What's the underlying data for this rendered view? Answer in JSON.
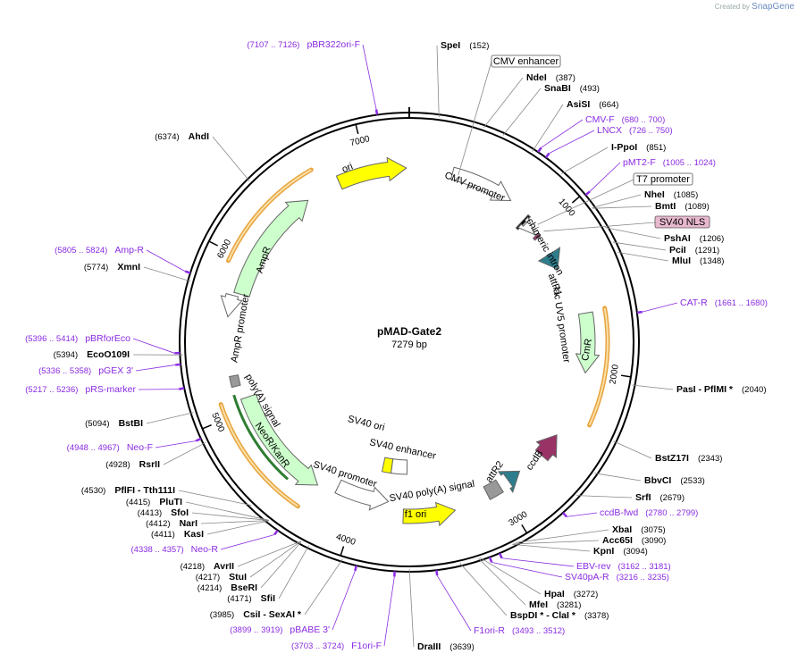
{
  "credit": {
    "prefix": "Created by",
    "brand": "SnapGene"
  },
  "plasmid": {
    "name": "pMAD-Gate2",
    "length_label": "7279 bp",
    "length": 7279
  },
  "ticks": [
    {
      "label": "1000",
      "pos": 1000
    },
    {
      "label": "2000",
      "pos": 2000
    },
    {
      "label": "3000",
      "pos": 3000
    },
    {
      "label": "4000",
      "pos": 4000
    },
    {
      "label": "5000",
      "pos": 5000
    },
    {
      "label": "6000",
      "pos": 6000
    },
    {
      "label": "7000",
      "pos": 7000
    }
  ],
  "sites": [
    {
      "name": "SpeI",
      "pos_label": "(152)",
      "pos": 152
    },
    {
      "name": "NdeI",
      "pos_label": "(387)",
      "pos": 387
    },
    {
      "name": "SnaBI",
      "pos_label": "(493)",
      "pos": 493
    },
    {
      "name": "AsiSI",
      "pos_label": "(664)",
      "pos": 664
    },
    {
      "name": "I-PpoI",
      "pos_label": "(851)",
      "pos": 851
    },
    {
      "name": "NheI",
      "pos_label": "(1085)",
      "pos": 1085
    },
    {
      "name": "BmtI",
      "pos_label": "(1089)",
      "pos": 1089
    },
    {
      "name": "PshAI",
      "pos_label": "(1206)",
      "pos": 1206
    },
    {
      "name": "PciI",
      "pos_label": "(1291)",
      "pos": 1291
    },
    {
      "name": "MluI",
      "pos_label": "(1348)",
      "pos": 1348
    },
    {
      "name": "PasI - PflMI *",
      "pos_label": "(2040)",
      "pos": 2040
    },
    {
      "name": "BstZ17I",
      "pos_label": "(2343)",
      "pos": 2343
    },
    {
      "name": "BbvCI",
      "pos_label": "(2533)",
      "pos": 2533
    },
    {
      "name": "SrfI",
      "pos_label": "(2679)",
      "pos": 2679
    },
    {
      "name": "XbaI",
      "pos_label": "(3075)",
      "pos": 3075
    },
    {
      "name": "Acc65I",
      "pos_label": "(3090)",
      "pos": 3090
    },
    {
      "name": "KpnI",
      "pos_label": "(3094)",
      "pos": 3094
    },
    {
      "name": "HpaI",
      "pos_label": "(3272)",
      "pos": 3272
    },
    {
      "name": "MfeI",
      "pos_label": "(3281)",
      "pos": 3281
    },
    {
      "name": "BspDI * - ClaI *",
      "pos_label": "(3378)",
      "pos": 3378
    },
    {
      "name": "DraIII",
      "pos_label": "(3639)",
      "pos": 3639
    },
    {
      "name": "CsiI - SexAI *",
      "pos_label": "(3985)",
      "pos": 3985
    },
    {
      "name": "SfiI",
      "pos_label": "(4171)",
      "pos": 4171
    },
    {
      "name": "BseRI",
      "pos_label": "(4214)",
      "pos": 4214
    },
    {
      "name": "StuI",
      "pos_label": "(4217)",
      "pos": 4217
    },
    {
      "name": "AvrII",
      "pos_label": "(4218)",
      "pos": 4218
    },
    {
      "name": "KasI",
      "pos_label": "(4411)",
      "pos": 4411
    },
    {
      "name": "NarI",
      "pos_label": "(4412)",
      "pos": 4412
    },
    {
      "name": "SfoI",
      "pos_label": "(4413)",
      "pos": 4413
    },
    {
      "name": "PluTI",
      "pos_label": "(4415)",
      "pos": 4415
    },
    {
      "name": "PflFI - Tth111I",
      "pos_label": "(4530)",
      "pos": 4530
    },
    {
      "name": "RsrII",
      "pos_label": "(4928)",
      "pos": 4928
    },
    {
      "name": "BstBI",
      "pos_label": "(5094)",
      "pos": 5094
    },
    {
      "name": "EcoO109I",
      "pos_label": "(5394)",
      "pos": 5394
    },
    {
      "name": "XmnI",
      "pos_label": "(5774)",
      "pos": 5774
    },
    {
      "name": "AhdI",
      "pos_label": "(6374)",
      "pos": 6374
    }
  ],
  "primers": [
    {
      "name": "CMV-F",
      "range": "(680 .. 700)",
      "pos": 690
    },
    {
      "name": "LNCX",
      "range": "(726 .. 750)",
      "pos": 738
    },
    {
      "name": "pMT2-F",
      "range": "(1005 .. 1024)",
      "pos": 1014
    },
    {
      "name": "CAT-R",
      "range": "(1661 .. 1680)",
      "pos": 1670
    },
    {
      "name": "ccdB-fwd",
      "range": "(2780 .. 2799)",
      "pos": 2790
    },
    {
      "name": "EBV-rev",
      "range": "(3162 .. 3181)",
      "pos": 3171
    },
    {
      "name": "SV40pA-R",
      "range": "(3216 .. 3235)",
      "pos": 3225
    },
    {
      "name": "F1ori-R",
      "range": "(3493 .. 3512)",
      "pos": 3502
    },
    {
      "name": "F1ori-F",
      "range": "(3703 .. 3724)",
      "pos": 3713
    },
    {
      "name": "pBABE 3'",
      "range": "(3899 .. 3919)",
      "pos": 3909
    },
    {
      "name": "Neo-R",
      "range": "(4338 .. 4357)",
      "pos": 4347
    },
    {
      "name": "Neo-F",
      "range": "(4948 .. 4967)",
      "pos": 4957
    },
    {
      "name": "pRS-marker",
      "range": "(5217 .. 5236)",
      "pos": 5226
    },
    {
      "name": "pGEX 3'",
      "range": "(5336 .. 5358)",
      "pos": 5347
    },
    {
      "name": "pBRforEco",
      "range": "(5396 .. 5414)",
      "pos": 5405
    },
    {
      "name": "Amp-R",
      "range": "(5805 .. 5824)",
      "pos": 5814
    },
    {
      "name": "pBR322ori-F",
      "range": "(7107 .. 7126)",
      "pos": 7116
    }
  ],
  "boxed_labels": [
    {
      "name": "CMV enhancer"
    },
    {
      "name": "T7 promoter"
    },
    {
      "name": "SV40 NLS"
    }
  ],
  "features": [
    {
      "name": "ori",
      "color": "#ffff00"
    },
    {
      "name": "CMV promoter",
      "color": "#ffffff"
    },
    {
      "name": "chimeric intron",
      "color": "#ffffff"
    },
    {
      "name": "attR1",
      "color": "#2e7d8c"
    },
    {
      "name": "lac UV5 promoter",
      "color": "#ffffff"
    },
    {
      "name": "CmR",
      "color": "#ccffcc"
    },
    {
      "name": "ccdB",
      "color": "#993366"
    },
    {
      "name": "attR2",
      "color": "#2e7d8c"
    },
    {
      "name": "SV40 poly(A) signal",
      "color": "#999999"
    },
    {
      "name": "f1 ori",
      "color": "#ffff00"
    },
    {
      "name": "SV40 promoter",
      "color": "#ffffff"
    },
    {
      "name": "SV40 ori",
      "color": "#ffff00"
    },
    {
      "name": "SV40 enhancer",
      "color": "#ffffff"
    },
    {
      "name": "NeoR/KanR",
      "color": "#ccffcc"
    },
    {
      "name": "poly(A) signal",
      "color": "#999999"
    },
    {
      "name": "AmpR promoter",
      "color": "#ffffff"
    },
    {
      "name": "AmpR",
      "color": "#ccffcc"
    }
  ]
}
